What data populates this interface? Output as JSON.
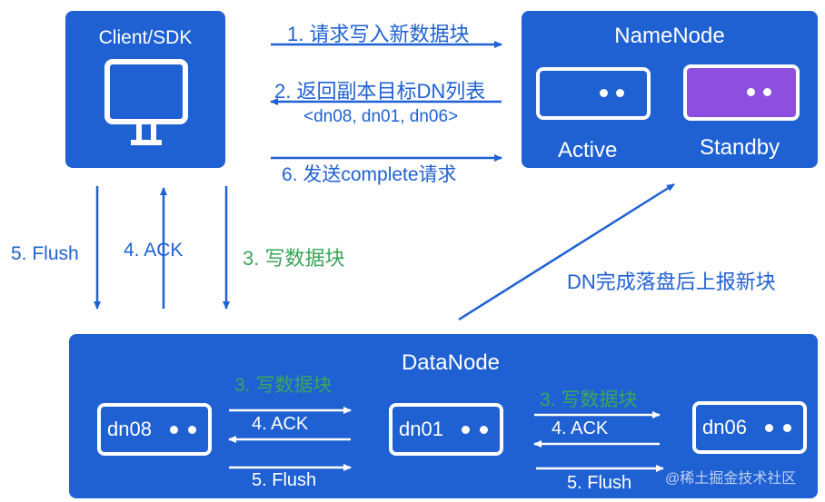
{
  "client": {
    "title": "Client/SDK"
  },
  "namenode": {
    "title": "NameNode",
    "active_label": "Active",
    "standby_label": "Standby"
  },
  "datanode": {
    "title": "DataNode"
  },
  "arrows": {
    "req_write": "1. 请求写入新数据块",
    "return_list": "2. 返回副本目标DN列表",
    "dn_list": "<dn08, dn01, dn06>",
    "complete": "6. 发送complete请求",
    "flush": "5. Flush",
    "ack": "4. ACK",
    "write_block": "3. 写数据块",
    "report": "DN完成落盘后上报新块"
  },
  "nodes": [
    {
      "name": "dn08"
    },
    {
      "name": "dn01"
    },
    {
      "name": "dn06"
    }
  ],
  "pipeline": {
    "write": "3. 写数据块",
    "ack": "4. ACK",
    "flush": "5. Flush"
  },
  "watermark": "@稀土掘金技术社区",
  "colors": {
    "box": "#1f61d3",
    "standby": "#8c4fe0",
    "green": "#3aa65a"
  }
}
